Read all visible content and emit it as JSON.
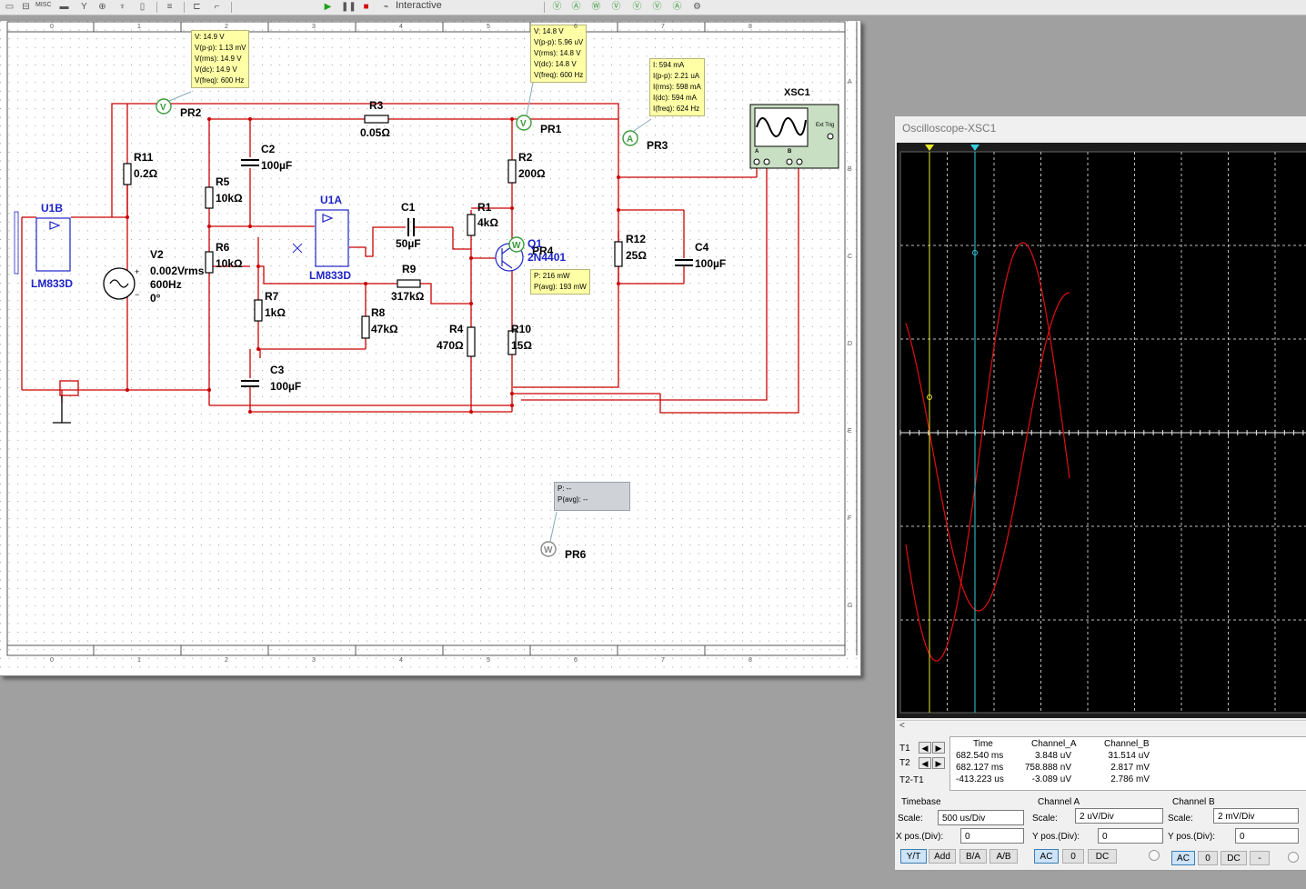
{
  "toolbar": {
    "misc_label": "MISC",
    "mode_label": "Interactive",
    "icons": [
      "select-icon",
      "misc-icon",
      "run-icon",
      "pause-icon",
      "stop-icon",
      "probe-icon"
    ]
  },
  "schematic": {
    "probes": {
      "pr2": {
        "name": "PR2",
        "lines": "V: 14.9 V\nV(p-p): 1.13 mV\nV(rms): 14.9 V\nV(dc): 14.9 V\nV(freq): 600 Hz"
      },
      "pr1": {
        "name": "PR1",
        "lines": "V: 14.8 V\nV(p-p): 5.96 uV\nV(rms): 14.8 V\nV(dc): 14.8 V\nV(freq): 600 Hz"
      },
      "pr3": {
        "name": "PR3",
        "lines": "I: 594 mA\nI(p-p): 2.21 uA\nI(rms): 598 mA\nI(dc): 594 mA\nI(freq): 624 Hz"
      },
      "pr4": {
        "name": "PR4",
        "lines": "P: 216 mW\nP(avg): 193 mW"
      },
      "pr6": {
        "name": "PR6",
        "lines": "P: --\nP(avg): --"
      }
    },
    "components": {
      "r3": {
        "name": "R3",
        "value": "0.05Ω"
      },
      "r11": {
        "name": "R11",
        "value": "0.2Ω"
      },
      "c2": {
        "name": "C2",
        "value": "100µF"
      },
      "r5": {
        "name": "R5",
        "value": "10kΩ"
      },
      "r6": {
        "name": "R6",
        "value": "10kΩ"
      },
      "u1a": {
        "name": "U1A",
        "value": "LM833D"
      },
      "u1b": {
        "name": "U1B",
        "value": "LM833D"
      },
      "c1": {
        "name": "C1",
        "value": "50µF"
      },
      "r1": {
        "name": "R1",
        "value": "4kΩ"
      },
      "r2": {
        "name": "R2",
        "value": "200Ω"
      },
      "q1": {
        "name": "Q1",
        "value": "2N4401"
      },
      "r9": {
        "name": "R9",
        "value": "317kΩ"
      },
      "r7": {
        "name": "R7",
        "value": "1kΩ"
      },
      "r8": {
        "name": "R8",
        "value": "47kΩ"
      },
      "r4": {
        "name": "R4",
        "value": "470Ω"
      },
      "r10": {
        "name": "R10",
        "value": "15Ω"
      },
      "c3": {
        "name": "C3",
        "value": "100µF"
      },
      "r12": {
        "name": "R12",
        "value": "25Ω"
      },
      "c4": {
        "name": "C4",
        "value": "100µF"
      },
      "v2": {
        "name": "V2",
        "line1": "0.002Vrms",
        "line2": "600Hz",
        "line3": "0°"
      },
      "xsc1": {
        "name": "XSC1",
        "ext_trig": "Ext Trig",
        "pin_a": "A",
        "pin_b": "B"
      }
    },
    "border_columns": [
      "0",
      "1",
      "2",
      "3",
      "4",
      "5",
      "6",
      "7",
      "8"
    ],
    "border_rows": [
      "A",
      "B",
      "C",
      "D",
      "E",
      "F",
      "G"
    ],
    "colors": {
      "wire": "#cc0000",
      "part": "#000000",
      "opamp": "#1d24c8",
      "probe_fill": "#ffffa6"
    }
  },
  "scope": {
    "title": "Oscilloscope-XSC1",
    "readout": {
      "headers": [
        "Time",
        "Channel_A",
        "Channel_B"
      ],
      "rows": [
        {
          "label": "T1",
          "time": "682.540 ms",
          "a": "3.848 uV",
          "b": "31.514 uV"
        },
        {
          "label": "T2",
          "time": "682.127 ms",
          "a": "758.888 nV",
          "b": "2.817 mV"
        },
        {
          "label": "T2-T1",
          "time": "-413.223 us",
          "a": "-3.089 uV",
          "b": "2.786 mV"
        }
      ]
    },
    "timebase": {
      "title": "Timebase",
      "scale_label": "Scale:",
      "scale": "500 us/Div",
      "pos_label": "X pos.(Div):",
      "pos": "0",
      "buttons": [
        "Y/T",
        "Add",
        "B/A",
        "A/B"
      ]
    },
    "channel_a": {
      "title": "Channel A",
      "scale_label": "Scale:",
      "scale": "2 uV/Div",
      "pos_label": "Y pos.(Div):",
      "pos": "0",
      "buttons": [
        "AC",
        "0",
        "DC"
      ]
    },
    "channel_b": {
      "title": "Channel B",
      "scale_label": "Scale:",
      "scale": "2 mV/Div",
      "pos_label": "Y pos.(Div):",
      "pos": "0",
      "buttons": [
        "AC",
        "0",
        "DC",
        "-"
      ]
    },
    "colors": {
      "screen": "#1c1c1c",
      "trace": "#e01010",
      "cursor1": "#e8e82a",
      "cursor2": "#35d0e0"
    }
  }
}
